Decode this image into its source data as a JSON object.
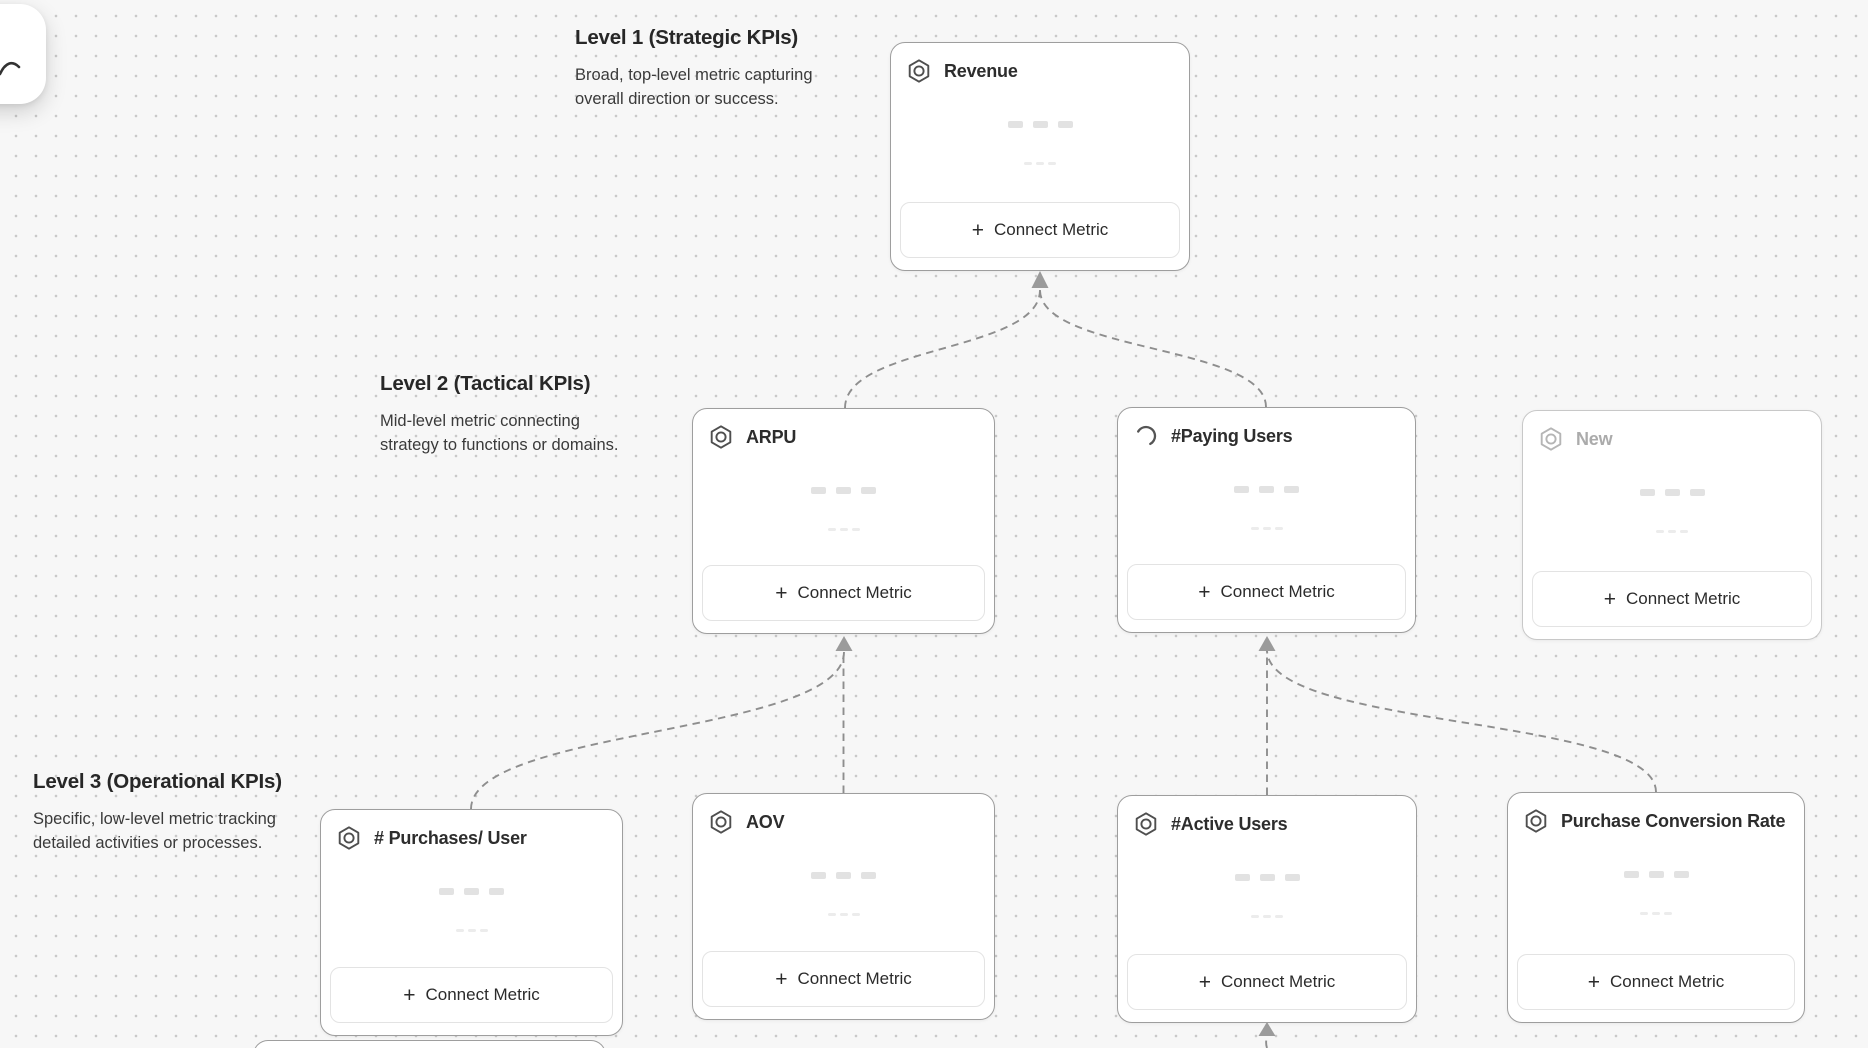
{
  "app": {
    "canvas_bg": "#f7f7f7",
    "dot_color": "#c9c9c9",
    "edge_color": "#8e8e8e",
    "card_border_color": "#9e9e9e",
    "muted_text_color": "#ababab",
    "title_text_color": "#2d2d2d"
  },
  "sections": [
    {
      "id": "level-1",
      "title": "Level 1 (Strategic KPIs)",
      "description_lines": [
        "Broad, top-level metric capturing",
        "overall direction or success."
      ]
    },
    {
      "id": "level-2",
      "title": "Level 2 (Tactical KPIs)",
      "description_lines": [
        "Mid-level metric connecting",
        "strategy to functions or domains."
      ]
    },
    {
      "id": "level-3",
      "title": "Level 3 (Operational KPIs)",
      "description_lines": [
        "Specific, low-level metric tracking",
        "detailed activities or processes."
      ]
    }
  ],
  "cards": [
    {
      "id": "revenue",
      "level": 1,
      "title": "Revenue",
      "icon": "hexagon-metric-icon",
      "state": "default",
      "connect_label": "Connect Metric"
    },
    {
      "id": "arpu",
      "level": 2,
      "title": "ARPU",
      "icon": "hexagon-metric-icon",
      "state": "default",
      "connect_label": "Connect Metric"
    },
    {
      "id": "paying-users",
      "level": 2,
      "title": "#Paying Users",
      "icon": "loading-spinner-icon",
      "state": "loading",
      "connect_label": "Connect Metric"
    },
    {
      "id": "new",
      "level": 2,
      "title": "New",
      "icon": "hexagon-metric-icon",
      "state": "muted",
      "connect_label": "Connect Metric"
    },
    {
      "id": "purchases-per-user",
      "level": 3,
      "title": "# Purchases/ User",
      "icon": "hexagon-metric-icon",
      "state": "default",
      "connect_label": "Connect Metric"
    },
    {
      "id": "aov",
      "level": 3,
      "title": "AOV",
      "icon": "hexagon-metric-icon",
      "state": "default",
      "connect_label": "Connect Metric"
    },
    {
      "id": "active-users",
      "level": 3,
      "title": "#Active Users",
      "icon": "hexagon-metric-icon",
      "state": "default",
      "connect_label": "Connect Metric"
    },
    {
      "id": "purchase-conversion-rate",
      "level": 3,
      "title": "Purchase Conversion Rate",
      "icon": "hexagon-metric-icon",
      "state": "default",
      "connect_label": "Connect Metric"
    }
  ],
  "edges": [
    {
      "from": "arpu",
      "to": "revenue"
    },
    {
      "from": "paying-users",
      "to": "revenue"
    },
    {
      "from": "purchases-per-user",
      "to": "arpu"
    },
    {
      "from": "aov",
      "to": "arpu"
    },
    {
      "from": "active-users",
      "to": "paying-users"
    },
    {
      "from": "purchase-conversion-rate",
      "to": "paying-users"
    },
    {
      "from": "offscreen-bottom",
      "to": "active-users"
    }
  ]
}
